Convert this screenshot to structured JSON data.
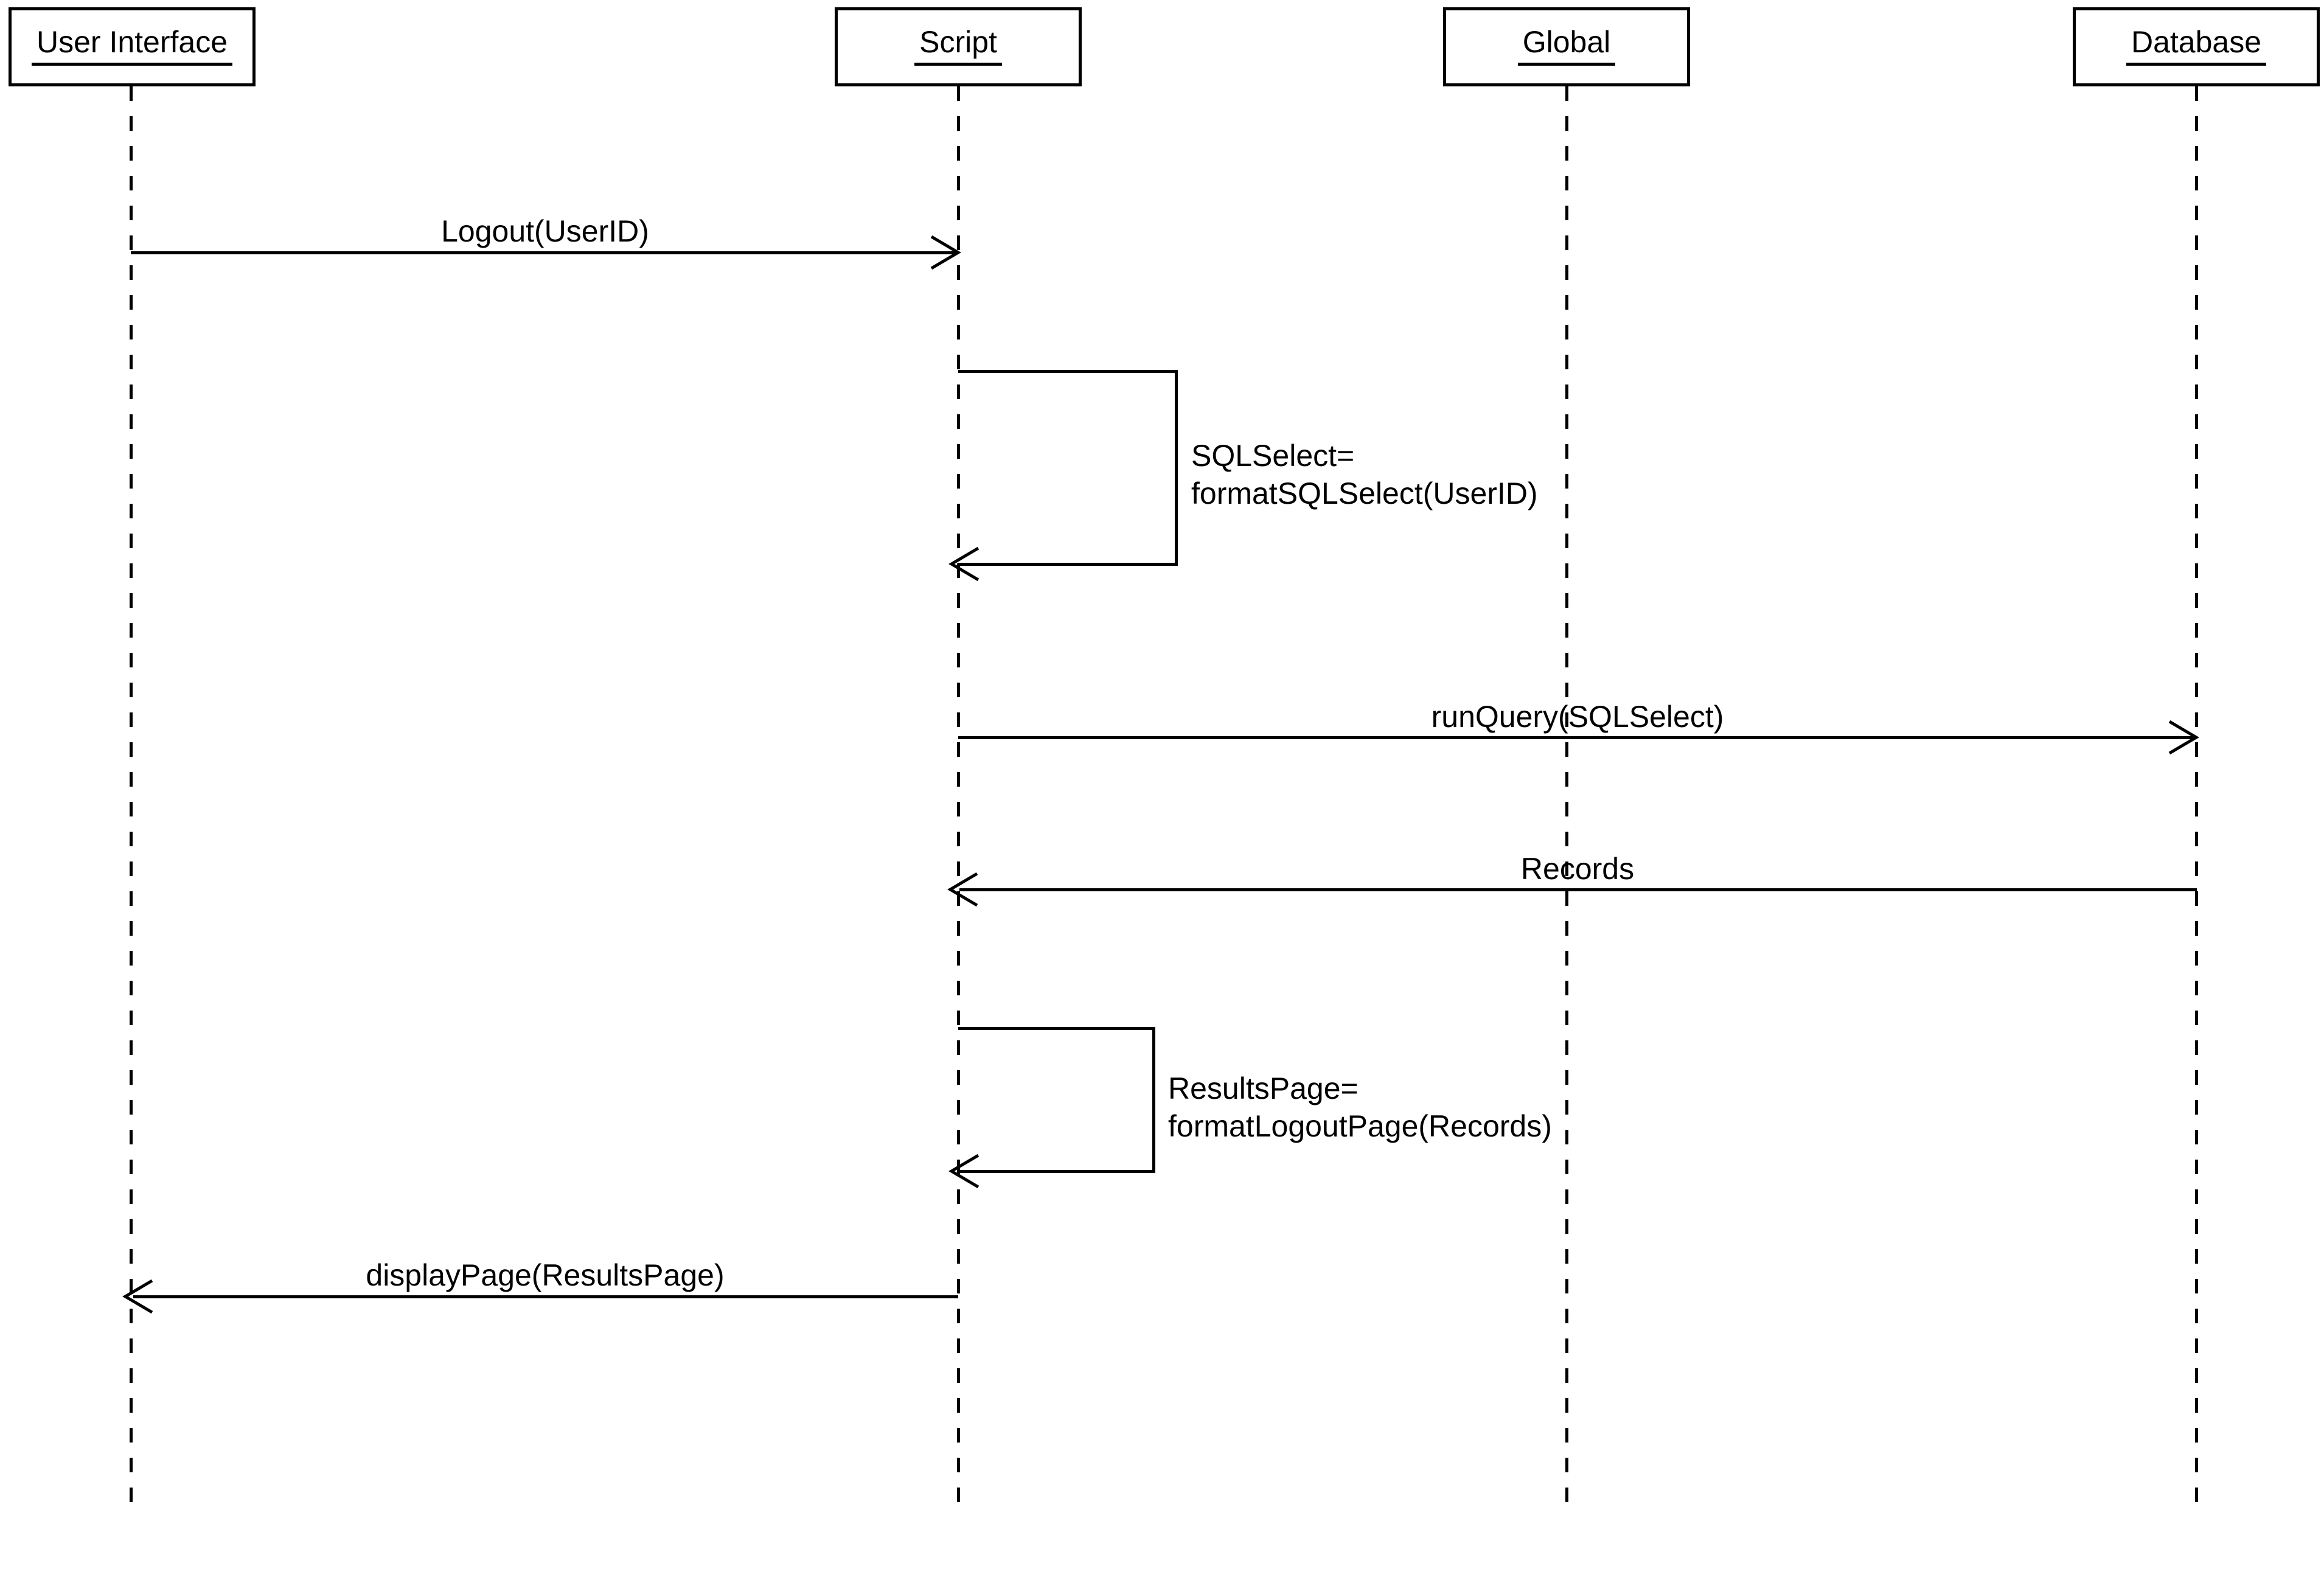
{
  "diagram": {
    "kind": "uml-sequence-diagram",
    "colors": {
      "stroke": "#000000",
      "background": "#ffffff"
    },
    "actors": [
      {
        "id": "user-interface",
        "label": "User Interface"
      },
      {
        "id": "script",
        "label": "Script"
      },
      {
        "id": "global",
        "label": "Global"
      },
      {
        "id": "database",
        "label": "Database"
      }
    ],
    "messages": [
      {
        "from": "User Interface",
        "to": "Script",
        "label": "Logout(UserID)",
        "direction": "right",
        "style": "open-arrow"
      },
      {
        "from": "Script",
        "to": "Script",
        "label_lines": [
          "SQLSelect=",
          "formatSQLSelect(UserID)"
        ],
        "direction": "self",
        "style": "open-arrow"
      },
      {
        "from": "Script",
        "to": "Database",
        "label": "runQuery(SQLSelect)",
        "direction": "right",
        "style": "open-arrow"
      },
      {
        "from": "Database",
        "to": "Script",
        "label": "Records",
        "direction": "left",
        "style": "open-arrow"
      },
      {
        "from": "Script",
        "to": "Script",
        "label_lines": [
          "ResultsPage=",
          "formatLogoutPage(Records)"
        ],
        "direction": "self",
        "style": "open-arrow"
      },
      {
        "from": "Script",
        "to": "User Interface",
        "label": "displayPage(ResultsPage)",
        "direction": "left",
        "style": "open-arrow"
      }
    ]
  }
}
